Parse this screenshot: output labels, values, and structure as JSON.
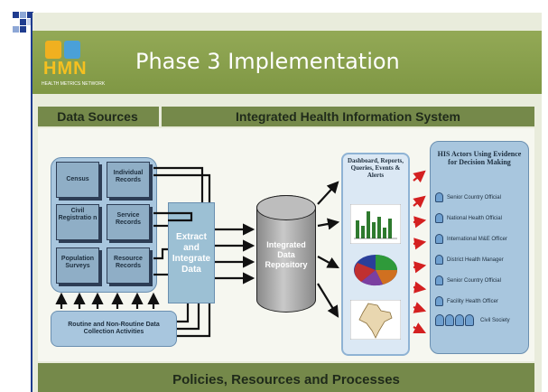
{
  "slide": {
    "title": "Phase 3 Implementation",
    "logo": {
      "text": "HMN",
      "subtext": "HEALTH METRICS NETWORK"
    }
  },
  "header": {
    "left": "Data Sources",
    "right": "Integrated Health Information System"
  },
  "footer": "Policies, Resources and Processes",
  "sources": [
    "Census",
    "Individual Records",
    "Civil Registratio n",
    "Service Records",
    "Population Surveys",
    "Resource Records"
  ],
  "collection_label": "Routine and Non-Routine Data Collection Activities",
  "extract_label": "Extract and Integrate Data",
  "repository_label": "Integrated Data Repository",
  "products_title": "Dashboard, Reports, Queries, Events & Alerts",
  "actors_title": "HIS Actors Using Evidence for Decision Making",
  "actors": [
    "Senior Country Official",
    "National Health Official",
    "International M&E Officer",
    "District Health Manager",
    "Senior Country Official",
    "Facility Health Officer",
    "Civil Society"
  ],
  "colors": {
    "band": "#75894a",
    "slide_bg": "#e9ecdc",
    "title_bg": "#8ea44e",
    "panel_blue": "#a8c6de",
    "accent_blue": "#1f3c8f",
    "arrow_red": "#d42020"
  }
}
